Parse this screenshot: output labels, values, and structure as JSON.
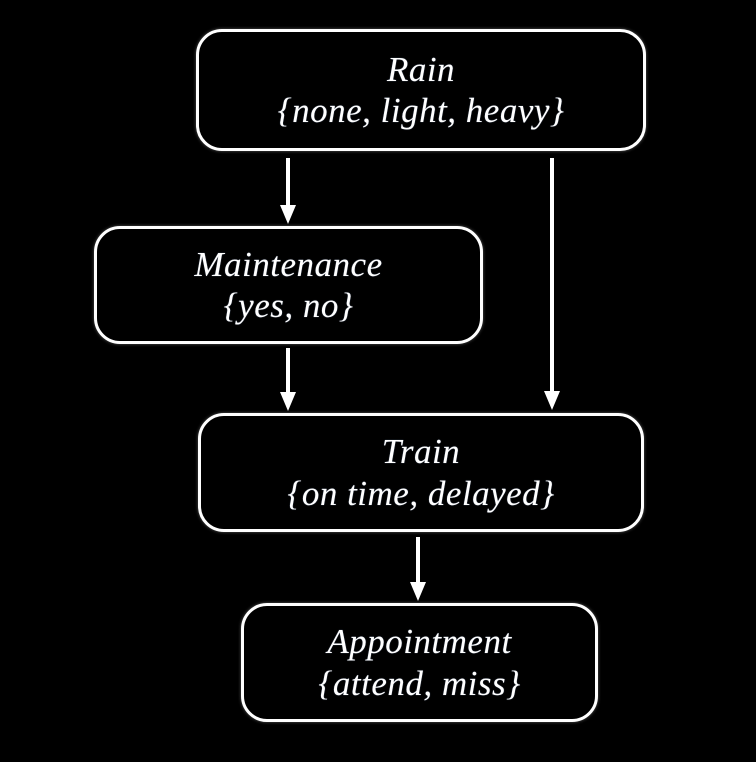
{
  "diagram": {
    "type": "causal-dag",
    "background_color": "#000000",
    "node_border_color": "#ffffff",
    "text_color": "#ffffff",
    "nodes": [
      {
        "id": "rain",
        "title": "Rain",
        "states": "{none, light, heavy}"
      },
      {
        "id": "maintenance",
        "title": "Maintenance",
        "states": "{yes, no}"
      },
      {
        "id": "train",
        "title": "Train",
        "states": "{on time, delayed}"
      },
      {
        "id": "appointment",
        "title": "Appointment",
        "states": "{attend, miss}"
      }
    ],
    "edges": [
      {
        "id": "rain-maintenance",
        "from": "Rain",
        "to": "Maintenance"
      },
      {
        "id": "rain-train",
        "from": "Rain",
        "to": "Train"
      },
      {
        "id": "maintenance-train",
        "from": "Maintenance",
        "to": "Train"
      },
      {
        "id": "train-appointment",
        "from": "Train",
        "to": "Appointment"
      }
    ]
  }
}
